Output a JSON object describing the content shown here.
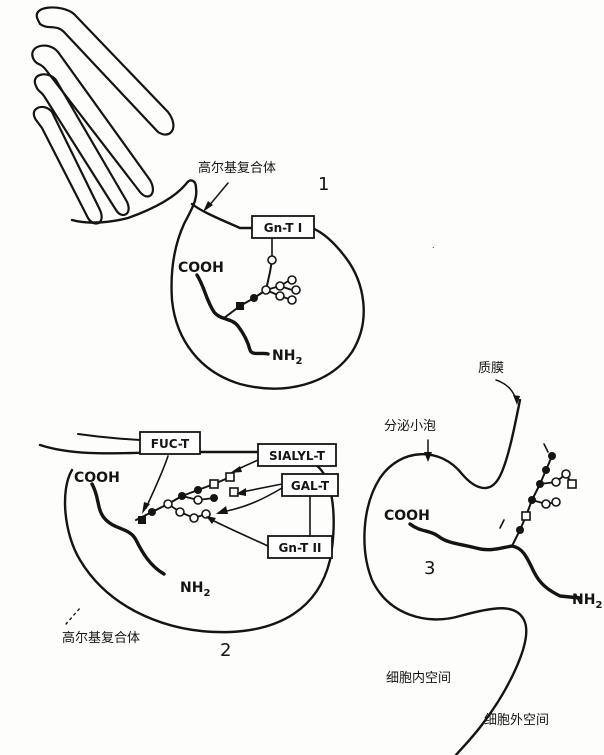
{
  "labels": {
    "golgi_1": "高尔基复合体",
    "golgi_2": "高尔基复合体",
    "plasma_membrane": "质膜",
    "secretory_vesicle": "分泌小泡",
    "intracellular_space": "细胞内空间",
    "extracellular_space": "细胞外空间"
  },
  "stages": {
    "stage_1": "1",
    "stage_2": "2",
    "stage_3": "3"
  },
  "chem": {
    "cooh": "COOH",
    "nh": "NH",
    "sub2": "2"
  },
  "enzymes": {
    "gnt1": "Gn-T I",
    "fuct": "FUC-T",
    "sialylt": "SIALYL-T",
    "galt": "GAL-T",
    "gnt2": "Gn-T II"
  }
}
